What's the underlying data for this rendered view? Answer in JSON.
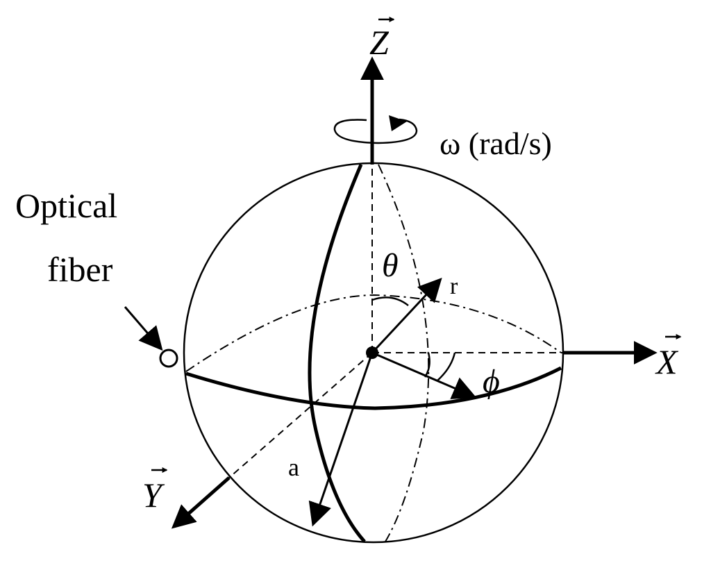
{
  "diagram": {
    "axes": {
      "z_label": "Z",
      "x_label": "X",
      "y_label": "Y"
    },
    "rotation_label": "ω (rad/s)",
    "fiber_label_line1": "Optical",
    "fiber_label_line2": "fiber",
    "theta_label": "θ",
    "phi_label": "ϕ",
    "r_label": "r",
    "a_label": "a",
    "colors": {
      "ink": "#000000",
      "background": "#ffffff"
    }
  }
}
